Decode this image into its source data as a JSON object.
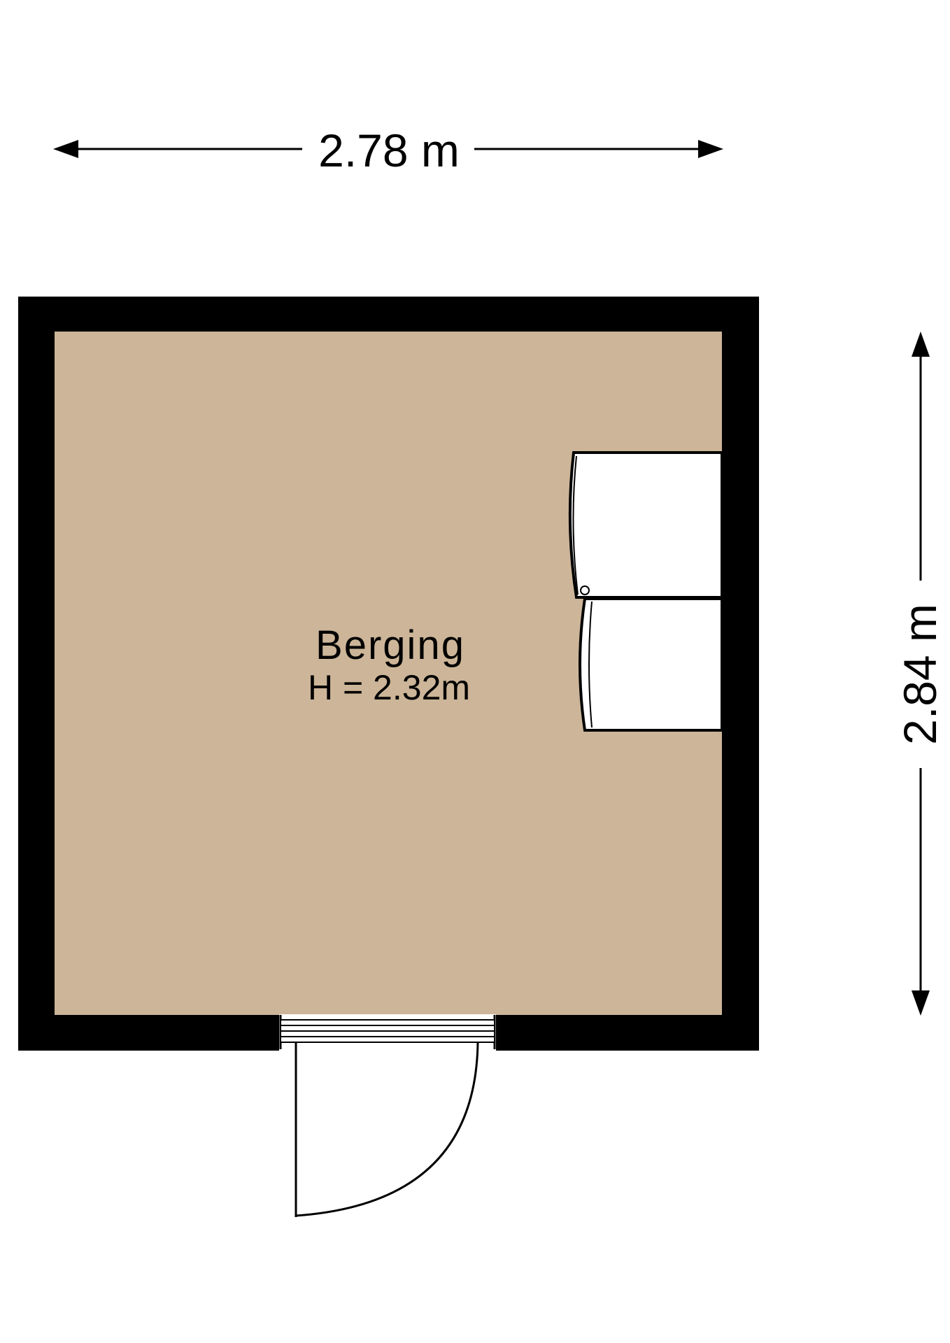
{
  "dimensions": {
    "width_label": "2.78 m",
    "height_label": "2.84 m"
  },
  "room": {
    "name": "Berging",
    "height_label": "H = 2.32m"
  },
  "colors": {
    "floor": "#ccb598",
    "wall": "#000000",
    "appliance": "#ffffff",
    "background": "#ffffff"
  }
}
